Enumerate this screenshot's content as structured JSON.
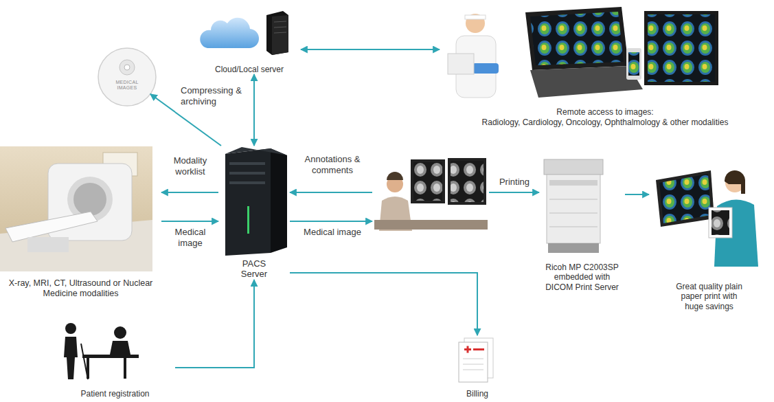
{
  "diagram": {
    "nodes": [
      {
        "text": [
          "Cloud/Local server"
        ]
      },
      {
        "text": [
          "MEDICAL IMAGES"
        ]
      },
      {
        "text": [
          "Remote access to images:",
          "Radiology, Cardiology, Oncology, Ophthalmology & other modalities"
        ]
      },
      {
        "text": [
          "X-ray, MRI, CT, Ultrasound or Nuclear Medicine modalities"
        ]
      },
      {
        "text": [
          "PACS Server"
        ]
      },
      {
        "text": []
      },
      {
        "text": [
          "Ricoh MP C2003SP embedded with DICOM Print Server"
        ]
      },
      {
        "text": [
          "Great quality plain paper print with huge savings"
        ]
      },
      {
        "text": [
          "Patient registration"
        ]
      },
      {
        "text": [
          "Billing"
        ]
      }
    ],
    "edges": [
      {
        "from": 4,
        "to": 1,
        "label": "Compressing & archiving",
        "arrow": "to"
      },
      {
        "from": 4,
        "to": 0,
        "arrow": "both"
      },
      {
        "from": 0,
        "to": 2,
        "arrow": "both"
      },
      {
        "from": 4,
        "to": 3,
        "label": "Modality worklist",
        "arrow": "to"
      },
      {
        "from": 3,
        "to": 4,
        "label": "Medical image",
        "arrow": "to"
      },
      {
        "from": 5,
        "to": 4,
        "label": "Annotations & comments",
        "arrow": "to"
      },
      {
        "from": 4,
        "to": 5,
        "label": "Medical image",
        "arrow": "to"
      },
      {
        "from": 5,
        "to": 6,
        "label": "Printing",
        "arrow": "to"
      },
      {
        "from": 6,
        "to": 7,
        "arrow": "to"
      },
      {
        "from": 4,
        "to": 9,
        "arrow": "to"
      },
      {
        "from": 8,
        "to": 4,
        "arrow": "to"
      }
    ]
  }
}
